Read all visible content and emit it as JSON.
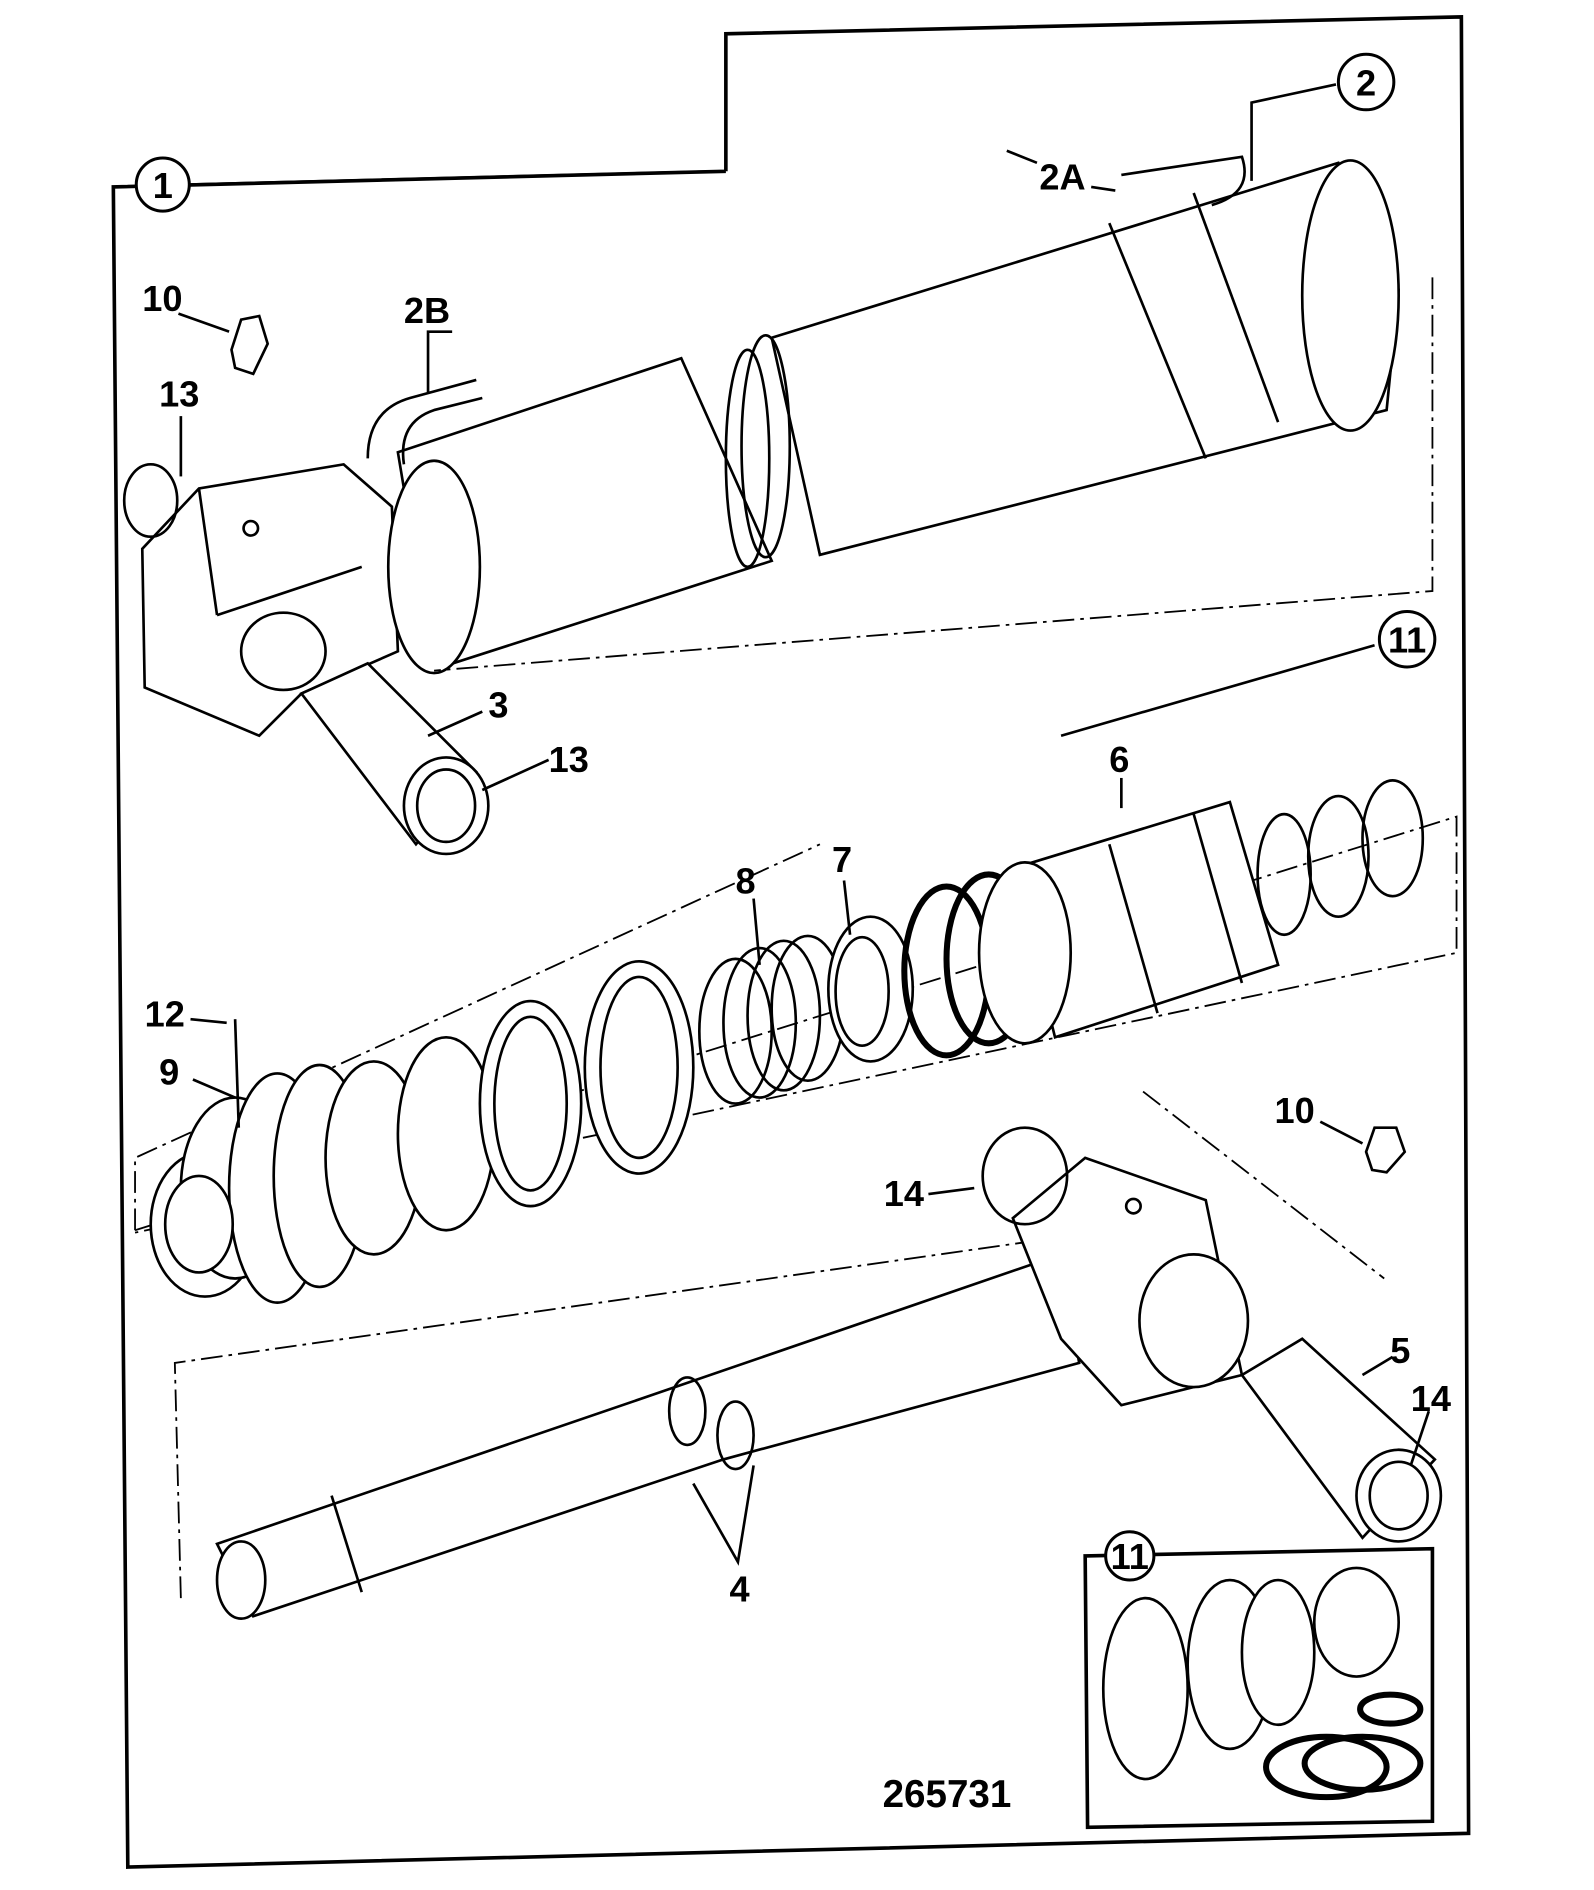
{
  "diagram": {
    "type": "exploded parts diagram",
    "drawing_number": "265731",
    "callouts": {
      "c1": "1",
      "c2": "2",
      "c2a": "2A",
      "c2b": "2B",
      "c3": "3",
      "c4": "4",
      "c5": "5",
      "c6": "6",
      "c7": "7",
      "c8": "8",
      "c9": "9",
      "c10a": "10",
      "c10b": "10",
      "c11a": "11",
      "c11b": "11",
      "c12": "12",
      "c13a": "13",
      "c13b": "13",
      "c14a": "14",
      "c14b": "14"
    }
  }
}
